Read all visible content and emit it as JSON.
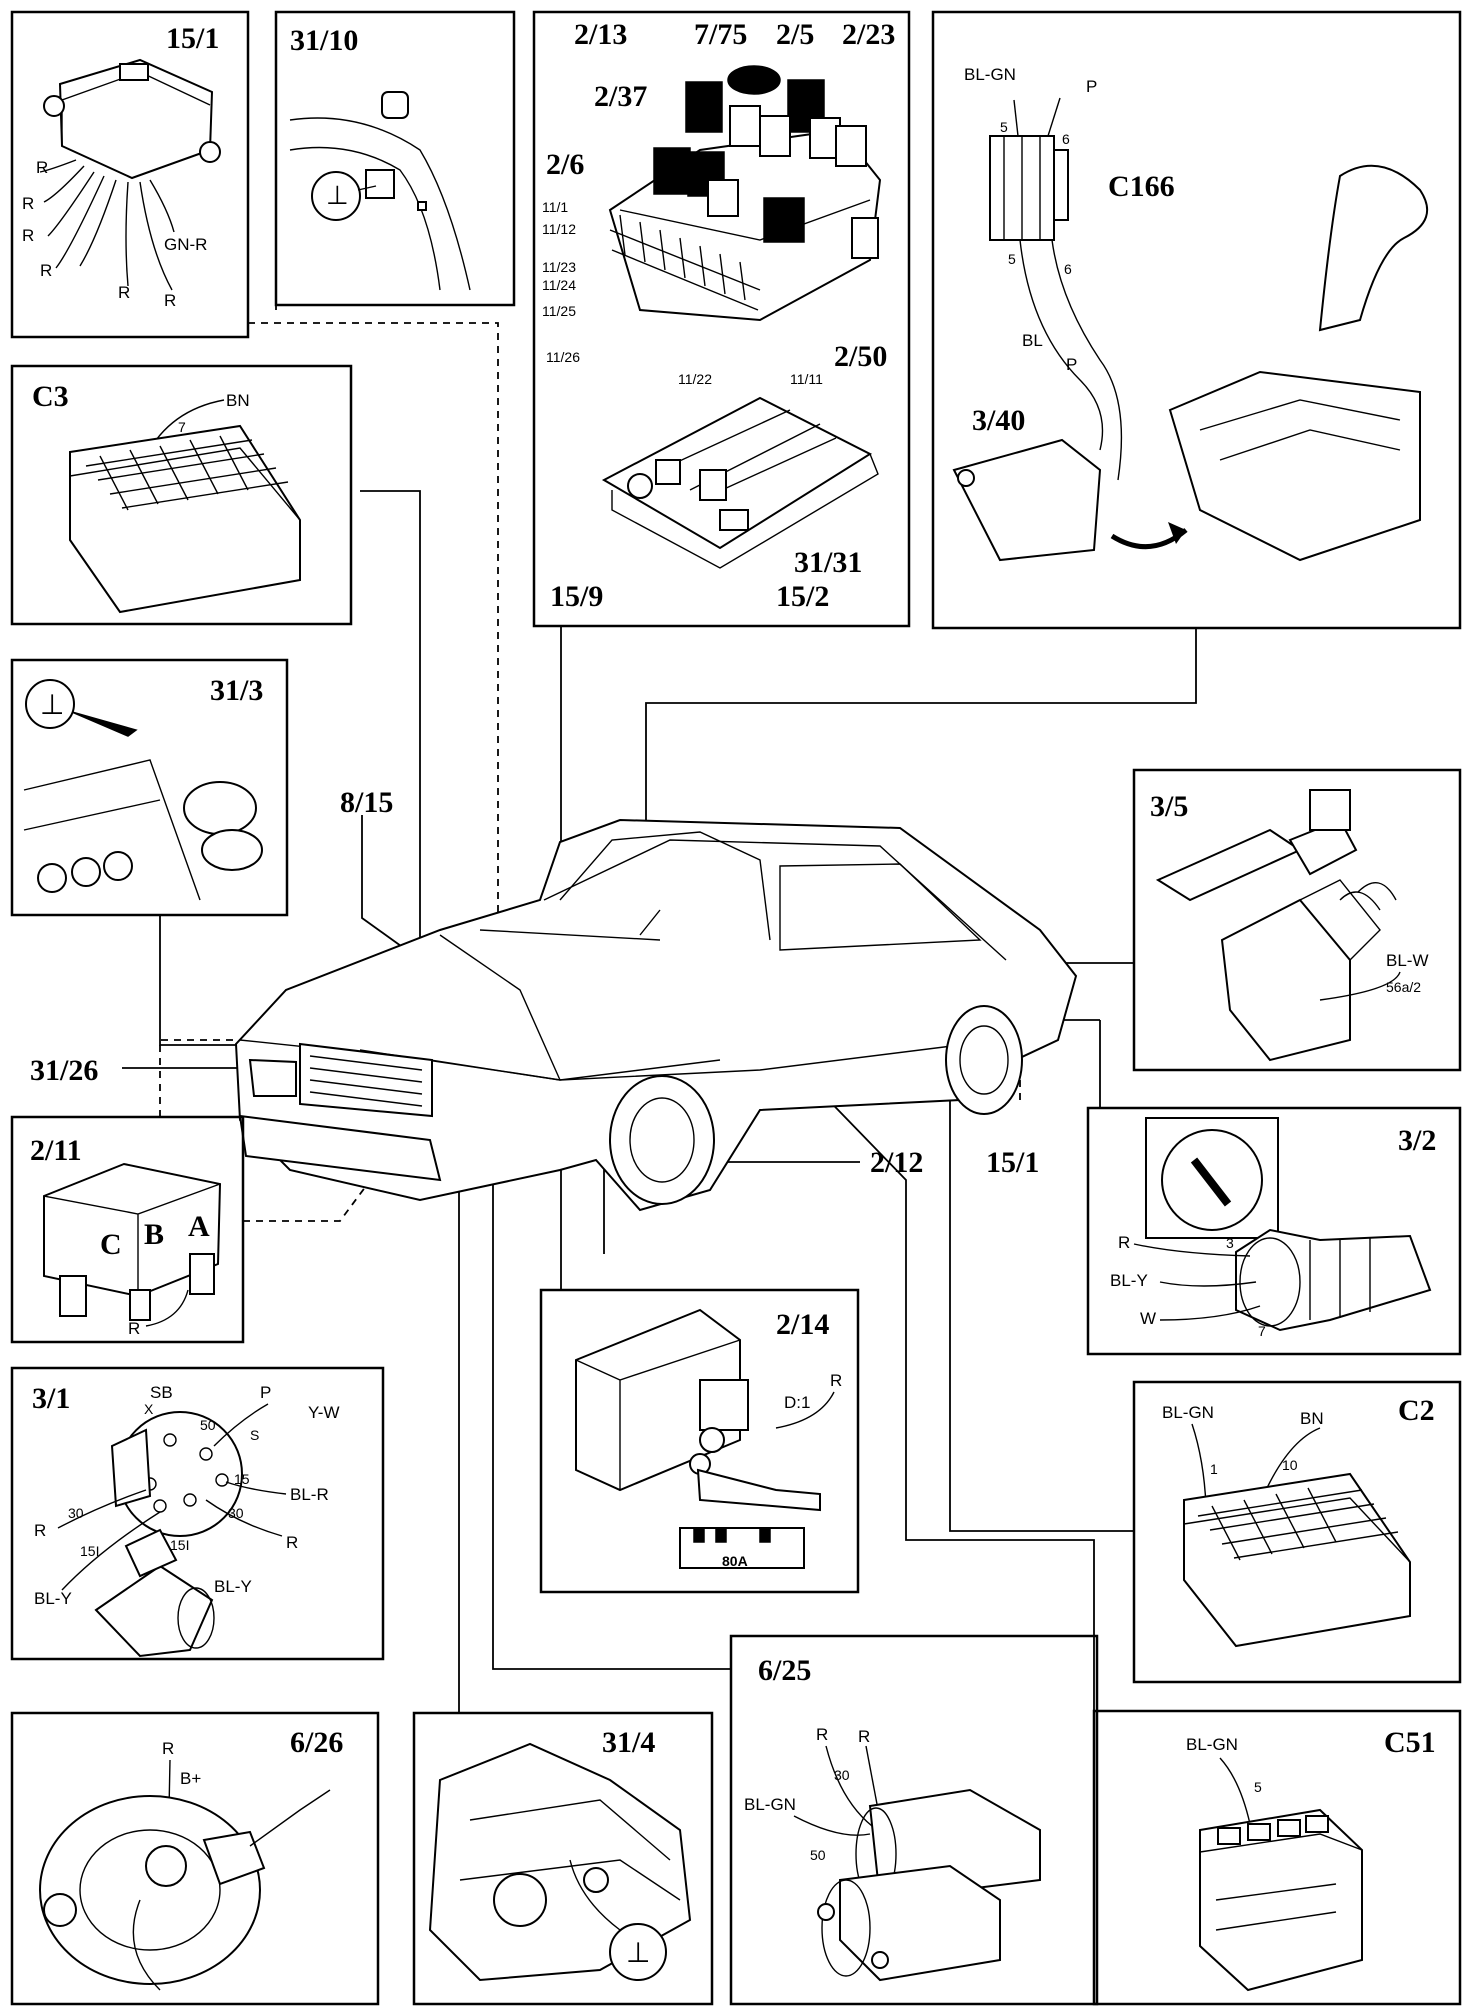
{
  "panels": {
    "p15_1": {
      "label": "15/1",
      "wires": [
        "R",
        "R",
        "R",
        "R",
        "R",
        "R",
        "R",
        "GN-R"
      ]
    },
    "p31_10": {
      "label": "31/10"
    },
    "fusebox": {
      "labels": [
        "2/13",
        "7/75",
        "2/5",
        "2/23",
        "2/37",
        "2/6",
        "2/50",
        "15/9",
        "15/2",
        "31/31"
      ],
      "small": [
        "11/1",
        "11/12",
        "11/23",
        "11/24",
        "11/25",
        "11/26",
        "11/22",
        "11/11"
      ]
    },
    "c166": {
      "label": "C166",
      "label2": "3/40",
      "wires": [
        "BL-GN",
        "P",
        "BL",
        "P"
      ],
      "pins": [
        "5",
        "6",
        "5",
        "6"
      ]
    },
    "c3": {
      "label": "C3",
      "wire": "BN",
      "pin": "7"
    },
    "p31_3": {
      "label": "31/3"
    },
    "p3_5": {
      "label": "3/5",
      "wire": "BL-W",
      "pin": "56a/2"
    },
    "p2_11": {
      "label": "2/11",
      "letters": [
        "C",
        "B",
        "A"
      ],
      "wire": "R"
    },
    "p3_2": {
      "label": "3/2",
      "wires": [
        "R",
        "BL-Y",
        "W"
      ],
      "pins": [
        "3",
        "7"
      ]
    },
    "p3_1": {
      "label": "3/1",
      "wires": [
        "SB",
        "P",
        "Y-W",
        "BL-R",
        "R",
        "R",
        "BL-Y",
        "BL-Y"
      ],
      "pins": [
        "X",
        "50",
        "S",
        "15",
        "30",
        "30",
        "15I",
        "15I"
      ]
    },
    "p2_14": {
      "label": "2/14",
      "wire": "R",
      "pin": "D:1",
      "fuse": "80A"
    },
    "c2": {
      "label": "C2",
      "wires": [
        "BL-GN",
        "BN"
      ],
      "pins": [
        "1",
        "10"
      ]
    },
    "p6_26": {
      "label": "6/26",
      "wires": [
        "R",
        "B+"
      ]
    },
    "p31_4": {
      "label": "31/4"
    },
    "p6_25": {
      "label": "6/25",
      "wires": [
        "R",
        "R",
        "BL-GN"
      ],
      "pins": [
        "30",
        "50"
      ]
    },
    "c51": {
      "label": "C51",
      "wire": "BL-GN",
      "pin": "5"
    }
  },
  "callouts": {
    "a": "8/15",
    "b": "31/26",
    "c": "2/12",
    "d": "15/1"
  },
  "symbols": {
    "ground": "⊥"
  },
  "icons": [
    "ground-icon",
    "fuse-icon",
    "relay-icon",
    "connector-icon",
    "car-icon"
  ]
}
